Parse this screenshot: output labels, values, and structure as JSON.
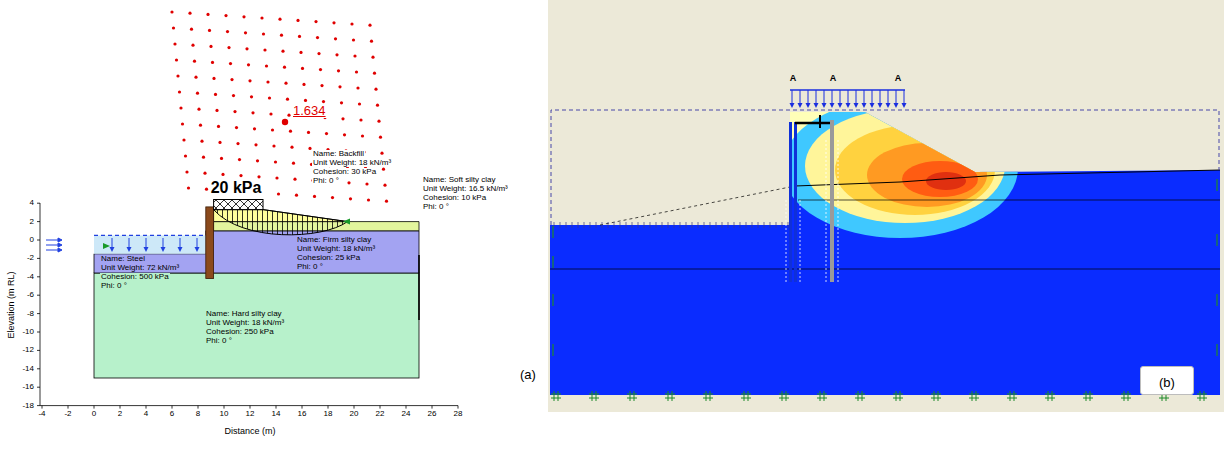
{
  "diagram": {
    "nodes": [
      {
        "text": [
          "(b)"
        ]
      }
    ],
    "labels": [
      "4",
      "2",
      "0",
      "-2",
      "-4",
      "-6",
      "-8",
      "-10",
      "-12",
      "-14",
      "-16",
      "-18",
      "-4",
      "-2",
      "0",
      "2",
      "4",
      "6",
      "8",
      "10",
      "12",
      "14",
      "16",
      "18",
      "20",
      "22",
      "24",
      "26",
      "28",
      "Elevation (m RL)",
      "Distance (m)",
      "20 kPa",
      "1.634",
      "Name: Backfill",
      "Unit Weight: 18 kN/m³",
      "Cohesion: 30 kPa",
      "Phi: 0 °",
      "Name: Soft silty clay",
      "Unit Weight: 16.5 kN/m³",
      "Cohesion: 10 kPa",
      "Phi: 0 °",
      "Name: Firm silty clay",
      "Unit Weight: 18 kN/m³",
      "Cohesion: 25 kPa",
      "Phi: 0 °",
      "Name: Steel",
      "Unit Weight: 72 kN/m³",
      "Cohesion: 500 kPa",
      "Phi: 0 °",
      "Name: Hard silty clay",
      "Unit Weight: 18 kN/m³",
      "Cohesion: 250 kPa",
      "Phi: 0 °",
      "(a)",
      "A",
      "A",
      "A"
    ]
  }
}
